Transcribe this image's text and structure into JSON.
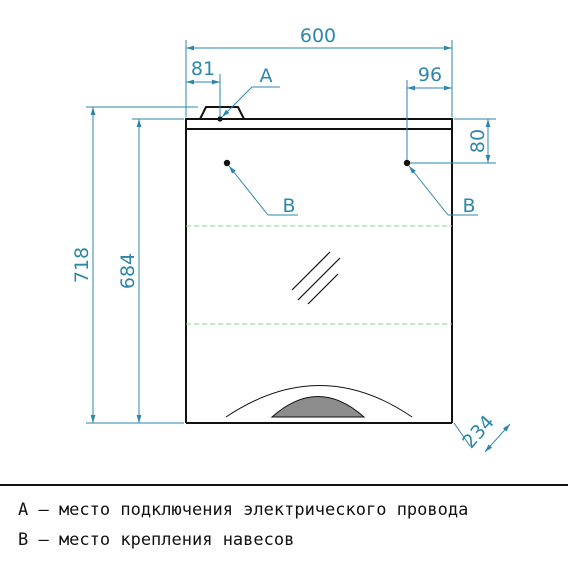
{
  "dimensions": {
    "width_total": "600",
    "offset_a": "81",
    "offset_right": "96",
    "height_mount": "80",
    "height_total": "718",
    "height_body": "684",
    "depth": "234"
  },
  "markers": {
    "a": "A",
    "b_left": "B",
    "b_right": "B"
  },
  "legend": {
    "line_a": "А – место подключения электрического провода",
    "line_b": "В – место крепления навесов"
  },
  "colors": {
    "dimension": "#2e86ab",
    "outline": "#111111",
    "guide": "#8fd18f",
    "basin_fill": "#8c8c8c"
  }
}
